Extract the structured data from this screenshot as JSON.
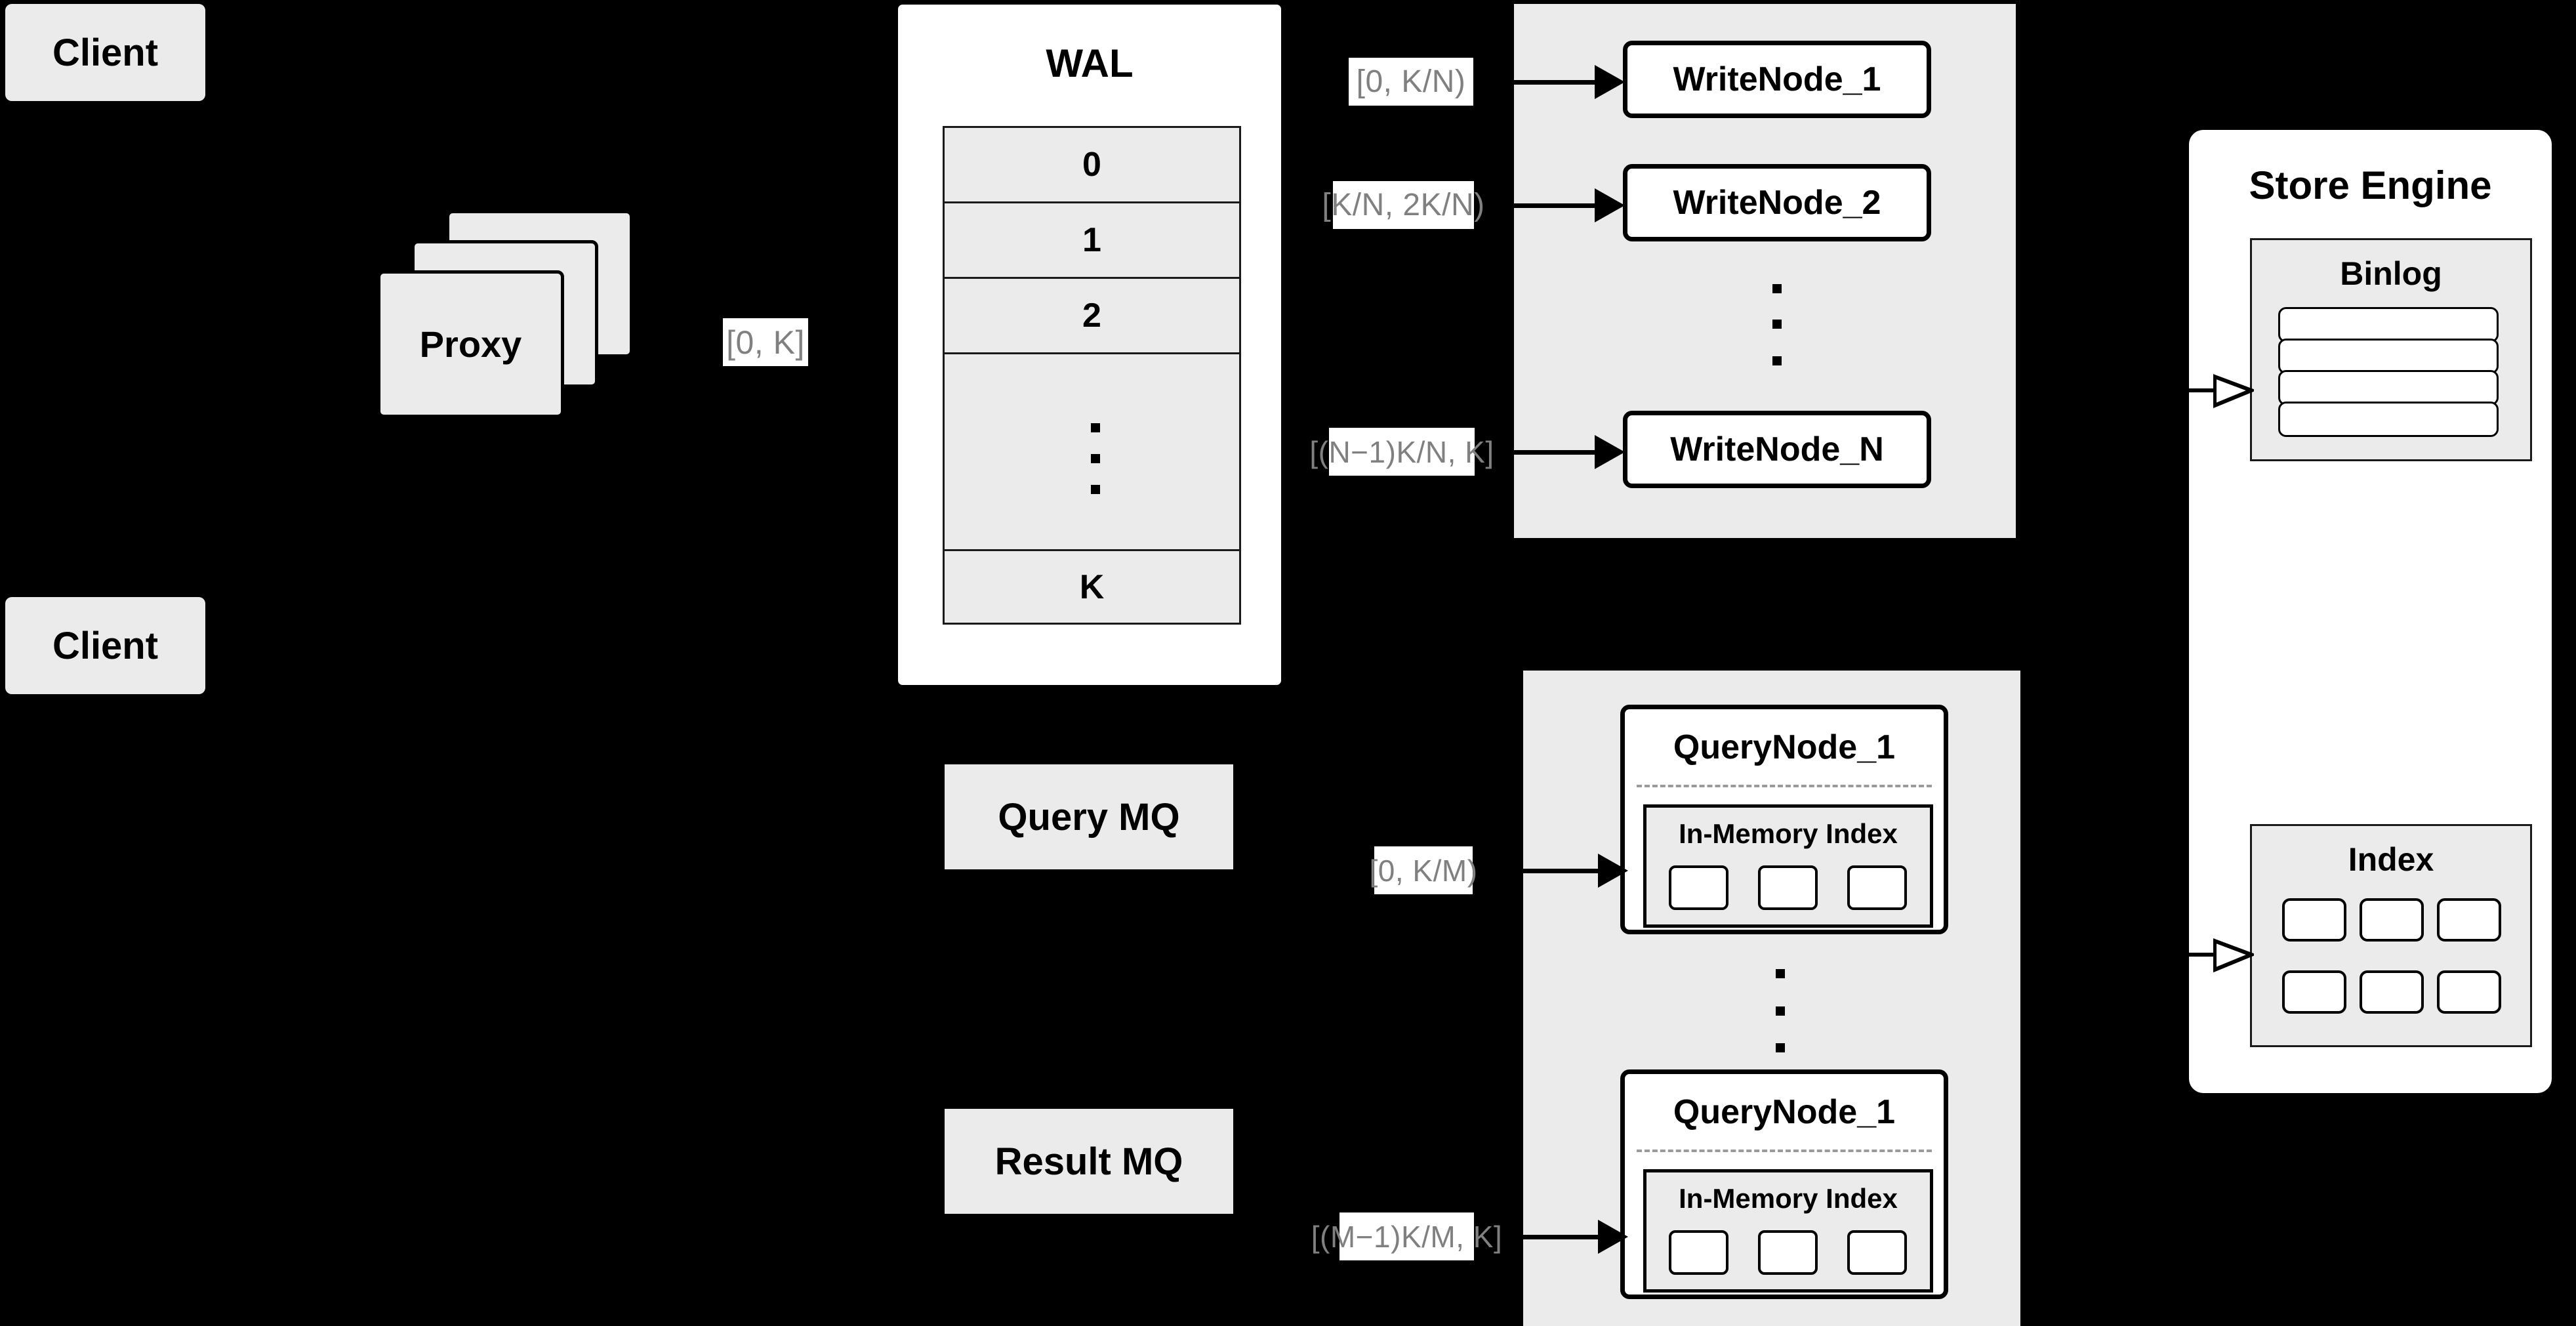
{
  "diagram": {
    "title": "Distributed Write/Query Architecture",
    "background_color": "#000000",
    "accent_gray": "#ebebeb",
    "label_text_color": "#808080"
  },
  "clients": [
    {
      "label": "Client"
    },
    {
      "label": "Client"
    }
  ],
  "proxy": {
    "label": "Proxy",
    "stack_layers": 3,
    "output_range_label": "[0, K]"
  },
  "wal": {
    "title": "WAL",
    "entries": [
      "0",
      "1",
      "2",
      "⋮",
      "K"
    ],
    "ellipsis_row_index": 3
  },
  "write_cluster": {
    "nodes": [
      {
        "label": "WriteNode_1",
        "range_label": "[0,  K/N)"
      },
      {
        "label": "WriteNode_2",
        "range_label": "[K/N, 2K/N)"
      },
      {
        "label": "WriteNode_N",
        "range_label": "[(N−1)K/N,  K]"
      }
    ],
    "ellipsis": "⋮"
  },
  "message_queues": [
    {
      "label": "Query MQ"
    },
    {
      "label": "Result MQ"
    }
  ],
  "query_cluster": {
    "nodes": [
      {
        "label": "QueryNode_1",
        "range_label": "[0, K/M)",
        "index": {
          "title": "In-Memory Index",
          "cells": 3
        }
      },
      {
        "label": "QueryNode_1",
        "range_label": "[(M−1)K/M, K]",
        "index": {
          "title": "In-Memory Index",
          "cells": 3
        }
      }
    ],
    "ellipsis": "⋮"
  },
  "store_engine": {
    "title": "Store Engine",
    "binlog": {
      "title": "Binlog",
      "rows": 4
    },
    "index": {
      "title": "Index",
      "rows": 2,
      "cols": 3
    }
  }
}
